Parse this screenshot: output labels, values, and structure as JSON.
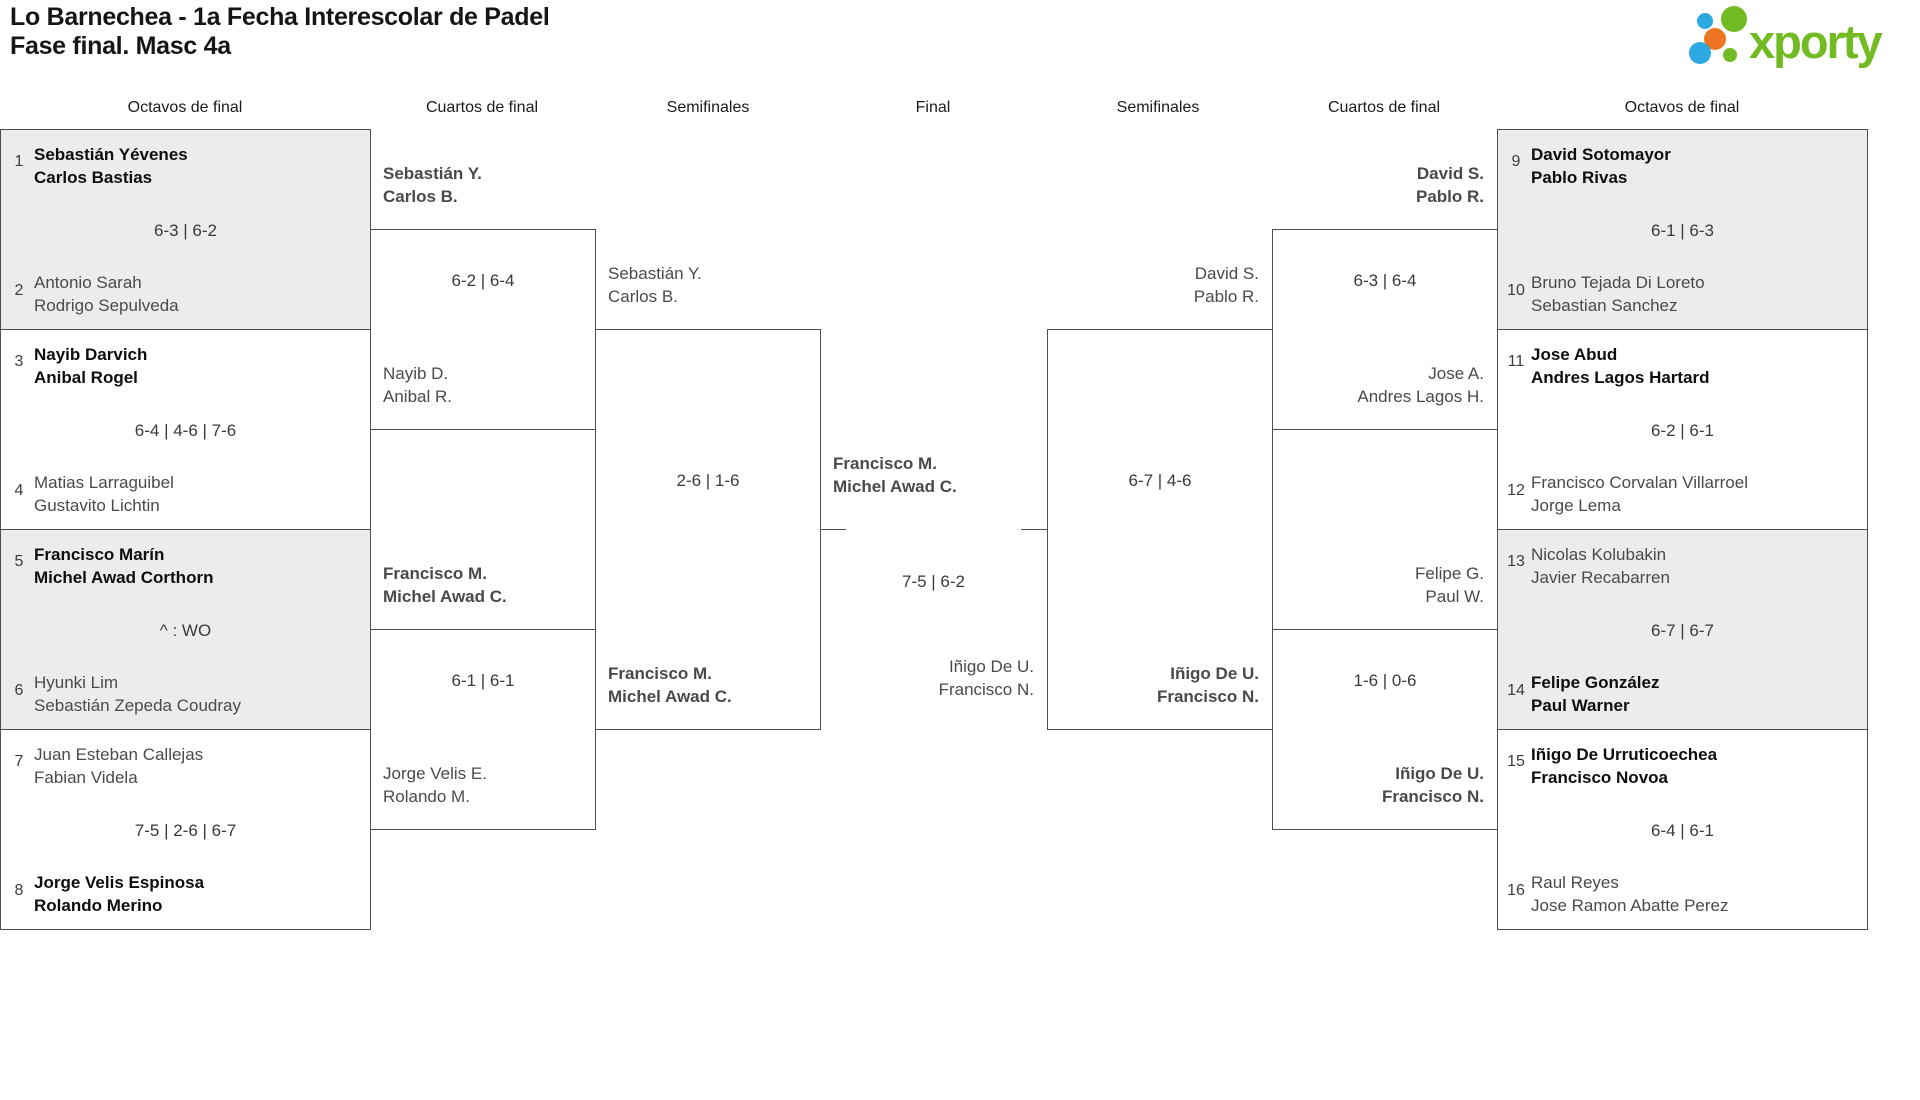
{
  "header": {
    "title_line1": "Lo Barnechea - 1a Fecha Interescolar de Padel",
    "title_line2": "Fase final. Masc 4a",
    "logo_text": "xporty"
  },
  "colors": {
    "logo_green": "#73bb22",
    "logo_blue": "#2ba9e0",
    "logo_orange": "#ee7623",
    "box_fill_gray": "#ececec",
    "border": "#4f4f4f"
  },
  "rounds": [
    "Octavos de final",
    "Cuartos de final",
    "Semifinales",
    "Final",
    "Semifinales",
    "Cuartos de final",
    "Octavos de final"
  ],
  "octavos": [
    {
      "seed_top": "1",
      "team_top": [
        "Sebastián Yévenes",
        "Carlos Bastias"
      ],
      "score": "6-3 | 6-2",
      "seed_bottom": "2",
      "team_bottom": [
        "Antonio Sarah",
        "Rodrigo Sepulveda"
      ],
      "winner": "top"
    },
    {
      "seed_top": "3",
      "team_top": [
        "Nayib Darvich",
        "Anibal Rogel"
      ],
      "score": "6-4 | 4-6 | 7-6",
      "seed_bottom": "4",
      "team_bottom": [
        "Matias Larraguibel",
        "Gustavito Lichtin"
      ],
      "winner": "top"
    },
    {
      "seed_top": "5",
      "team_top": [
        "Francisco Marín",
        "Michel Awad Corthorn"
      ],
      "score": "^ : WO",
      "seed_bottom": "6",
      "team_bottom": [
        "Hyunki Lim",
        "Sebastián Zepeda Coudray"
      ],
      "winner": "top"
    },
    {
      "seed_top": "7",
      "team_top": [
        "Juan Esteban Callejas",
        "Fabian Videla"
      ],
      "score": "7-5 | 2-6 | 6-7",
      "seed_bottom": "8",
      "team_bottom": [
        "Jorge Velis Espinosa",
        "Rolando Merino"
      ],
      "winner": "bottom"
    },
    {
      "seed_top": "9",
      "team_top": [
        "David Sotomayor",
        "Pablo Rivas"
      ],
      "score": "6-1 | 6-3",
      "seed_bottom": "10",
      "team_bottom": [
        "Bruno Tejada Di Loreto",
        "Sebastian Sanchez"
      ],
      "winner": "top"
    },
    {
      "seed_top": "11",
      "team_top": [
        "Jose Abud",
        "Andres Lagos Hartard"
      ],
      "score": "6-2 | 6-1",
      "seed_bottom": "12",
      "team_bottom": [
        "Francisco Corvalan Villarroel",
        "Jorge Lema"
      ],
      "winner": "top"
    },
    {
      "seed_top": "13",
      "team_top": [
        "Nicolas Kolubakin",
        "Javier Recabarren"
      ],
      "score": "6-7 | 6-7",
      "seed_bottom": "14",
      "team_bottom": [
        "Felipe González",
        "Paul Warner"
      ],
      "winner": "bottom"
    },
    {
      "seed_top": "15",
      "team_top": [
        "Iñigo De Urruticoechea",
        "Francisco Novoa"
      ],
      "score": "6-4 | 6-1",
      "seed_bottom": "16",
      "team_bottom": [
        "Raul Reyes",
        "Jose Ramon Abatte Perez"
      ],
      "winner": "top"
    }
  ],
  "cuartos": [
    {
      "top": [
        "Sebastián Y.",
        "Carlos B."
      ],
      "score": "6-2 | 6-4",
      "bottom": [
        "Nayib D.",
        "Anibal R."
      ],
      "winner": "top"
    },
    {
      "top": [
        "Francisco M.",
        "Michel Awad C."
      ],
      "score": "6-1 | 6-1",
      "bottom": [
        "Jorge Velis E.",
        "Rolando M."
      ],
      "winner": "top"
    },
    {
      "top": [
        "David S.",
        "Pablo R."
      ],
      "score": "6-3 | 6-4",
      "bottom": [
        "Jose A.",
        "Andres Lagos H."
      ],
      "winner": "top"
    },
    {
      "top": [
        "Felipe G.",
        "Paul W."
      ],
      "score": "1-6 | 0-6",
      "bottom": [
        "Iñigo De U.",
        "Francisco N."
      ],
      "winner": "bottom"
    }
  ],
  "semifinales": [
    {
      "top": [
        "Sebastián Y.",
        "Carlos B."
      ],
      "score": "2-6 | 1-6",
      "bottom": [
        "Francisco M.",
        "Michel Awad C."
      ],
      "winner": "bottom"
    },
    {
      "top": [
        "David S.",
        "Pablo R."
      ],
      "score": "6-7 | 4-6",
      "bottom": [
        "Iñigo De U.",
        "Francisco N."
      ],
      "winner": "bottom"
    }
  ],
  "final": {
    "top": [
      "Francisco M.",
      "Michel Awad C."
    ],
    "score": "7-5 | 6-2",
    "bottom": [
      "Iñigo De U.",
      "Francisco N."
    ],
    "winner": "top"
  }
}
